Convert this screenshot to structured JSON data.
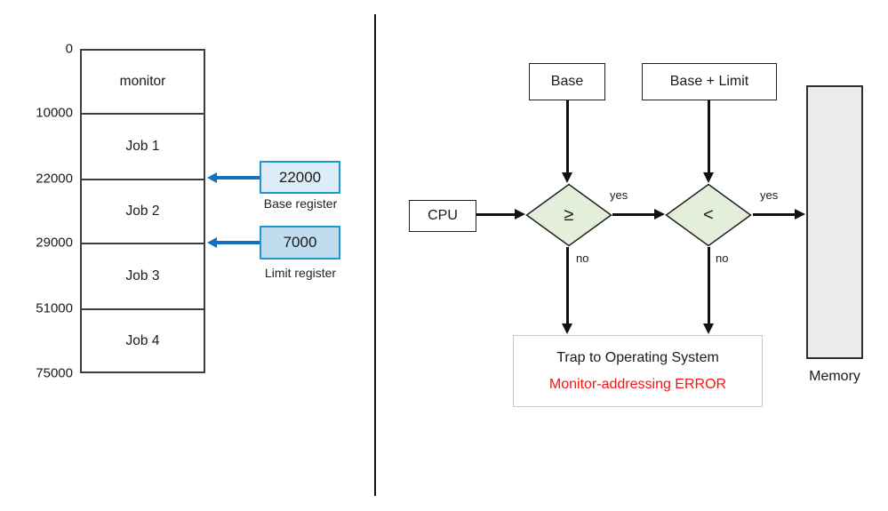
{
  "left_panel": {
    "addresses": [
      "0",
      "10000",
      "22000",
      "29000",
      "51000",
      "75000"
    ],
    "segments": [
      "monitor",
      "Job 1",
      "Job 2",
      "Job 3",
      "Job 4"
    ],
    "base_register": {
      "value": "22000",
      "label": "Base register"
    },
    "limit_register": {
      "value": "7000",
      "label": "Limit register"
    }
  },
  "flowchart": {
    "cpu": "CPU",
    "base_box": "Base",
    "base_limit_box": "Base + Limit",
    "decision_ge": "≥",
    "decision_lt": "<",
    "yes_label_1": "yes",
    "yes_label_2": "yes",
    "no_label_1": "no",
    "no_label_2": "no",
    "trap_line1": "Trap to Operating System",
    "trap_line2": "Monitor-addressing ERROR",
    "memory_label": "Memory"
  },
  "colors": {
    "register_border": "#2196d1",
    "base_register_fill": "#ddecf8",
    "limit_register_fill": "#c0dcef",
    "blue_arrow": "#1272bf",
    "diamond_fill": "#e3efdb",
    "memory_fill": "#ececec",
    "error_red": "#f81212"
  }
}
